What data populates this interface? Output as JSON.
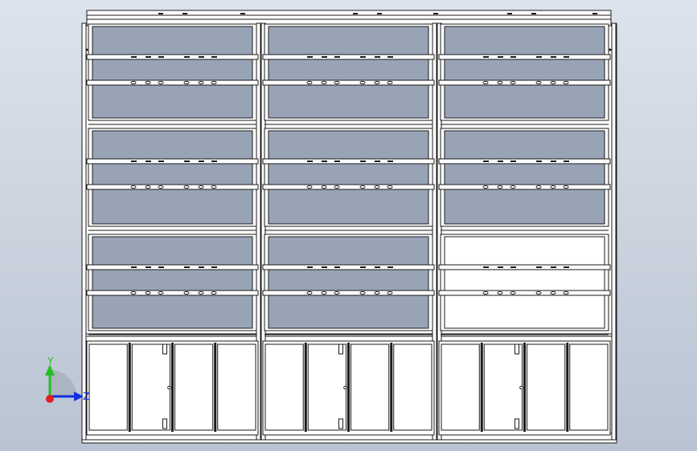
{
  "colors": {
    "background_top": "#dde3ec",
    "background_bottom": "#b9c3d2",
    "frame_fill": "#ffffff",
    "frame_stroke": "#1a1a1a",
    "glass_fill": "#98a4b6",
    "open_bay_fill": "#ffffff",
    "x_axis": "#e02020",
    "y_axis": "#20c020",
    "z_axis": "#1030e0"
  },
  "model": {
    "bays": 3,
    "upper_tiers": 3,
    "lower_doors_per_bay": 4,
    "open_panel": {
      "bay": 3,
      "tier": 3
    }
  },
  "triad": {
    "icon": "coordinate-triad-icon",
    "y_label": "Y",
    "z_label": "Z"
  }
}
